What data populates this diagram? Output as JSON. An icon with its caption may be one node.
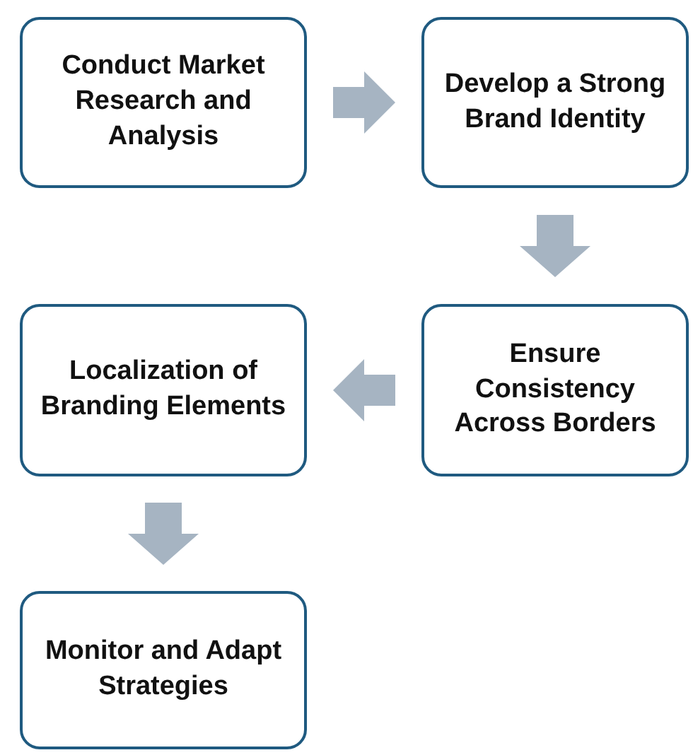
{
  "diagram": {
    "nodes": [
      {
        "text": [
          "Conduct Market Research and Analysis"
        ]
      },
      {
        "text": [
          "Develop a Strong Brand Identity"
        ]
      },
      {
        "text": [
          "Ensure Consistency Across Borders"
        ]
      },
      {
        "text": [
          "Localization of Branding Elements"
        ]
      },
      {
        "text": [
          "Monitor and Adapt Strategies"
        ]
      }
    ],
    "edges": [
      {
        "from": 0,
        "to": 1,
        "arrow": "to"
      },
      {
        "from": 1,
        "to": 2,
        "arrow": "to"
      },
      {
        "from": 2,
        "to": 3,
        "arrow": "to"
      },
      {
        "from": 3,
        "to": 4,
        "arrow": "to"
      }
    ]
  }
}
